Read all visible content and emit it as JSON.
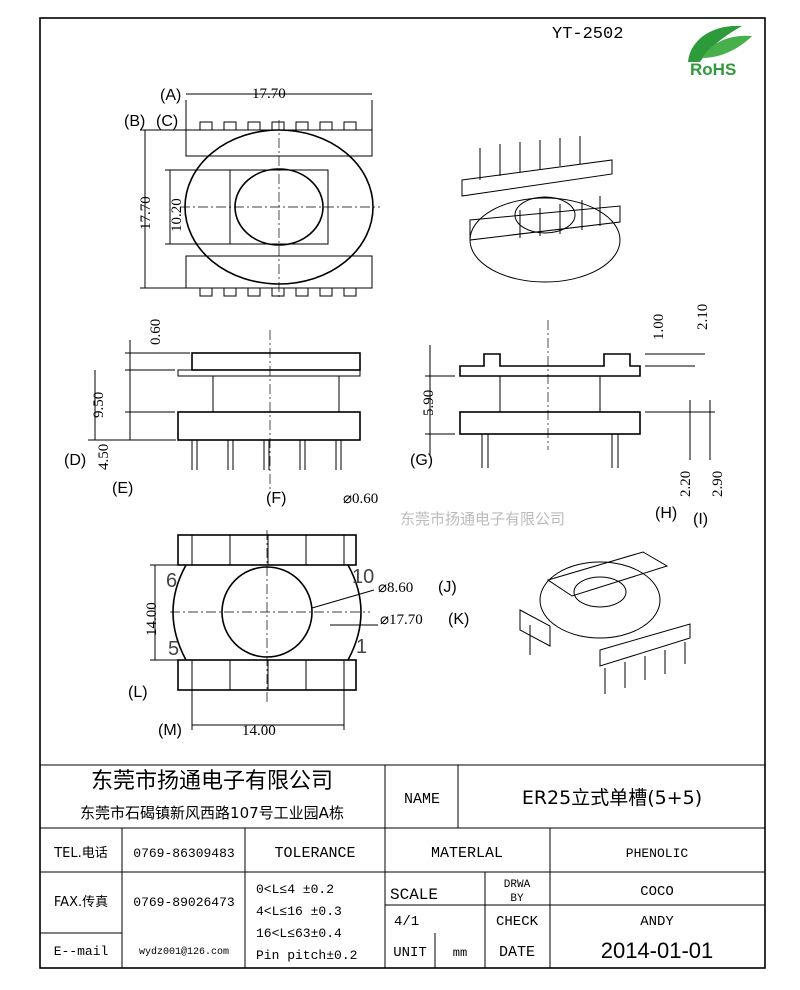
{
  "part_number": "YT-2502",
  "rohs_logo": "RoHS",
  "watermark": "东莞市扬通电子有限公司",
  "top_view": {
    "width": "17.70",
    "height": "17.70",
    "inner": "10.20",
    "labels": [
      "(A)",
      "(B)",
      "(C)"
    ]
  },
  "front_view": {
    "d1": "0.60",
    "d2": "9.50",
    "d3": "4.50",
    "labels": [
      "(D)",
      "(E)",
      "(F)"
    ],
    "pin_dia": "⌀0.60"
  },
  "side_view": {
    "d1": "5.90",
    "d2": "1.00",
    "d3": "2.10",
    "d4": "2.20",
    "d5": "2.90",
    "labels": [
      "(G)",
      "(H)",
      "(I)"
    ]
  },
  "bottom_view": {
    "height": "14.00",
    "width": "14.00",
    "hole": "⌀8.60",
    "outer": "⌀17.70",
    "labels": [
      "(J)",
      "(K)",
      "(L)",
      "(M)"
    ],
    "pins": [
      "6",
      "10",
      "5",
      "1"
    ]
  },
  "title_block": {
    "company": "东莞市扬通电子有限公司",
    "address": "东莞市石碣镇新风西路107号工业园A栋",
    "name_label": "NAME",
    "name_value": "ER25立式单槽(5+5)",
    "tel_label": "TEL.电话",
    "tel_value": "0769-86309483",
    "fax_label": "FAX.传真",
    "fax_value": "0769-89026473",
    "email_label": "E--mail",
    "email_value": "wydz001@126.com",
    "tolerance_label": "TOLERANCE",
    "tolerances": [
      "0<L≤4   ±0.2",
      "4<L≤16  ±0.3",
      "16<L≤63±0.4",
      "Pin pitch±0.2"
    ],
    "material_label": "MATERLAL",
    "material_value": "PHENOLIC",
    "scale_label": "SCALE",
    "scale_value": "4/1",
    "drawn_label_1": "DRWA",
    "drawn_label_2": "BY",
    "drawn_value": "COCO",
    "check_label": "CHECK",
    "check_value": "ANDY",
    "unit_label": "UNIT",
    "unit_value": "mm",
    "date_label": "DATE",
    "date_value": "2014-01-01"
  }
}
